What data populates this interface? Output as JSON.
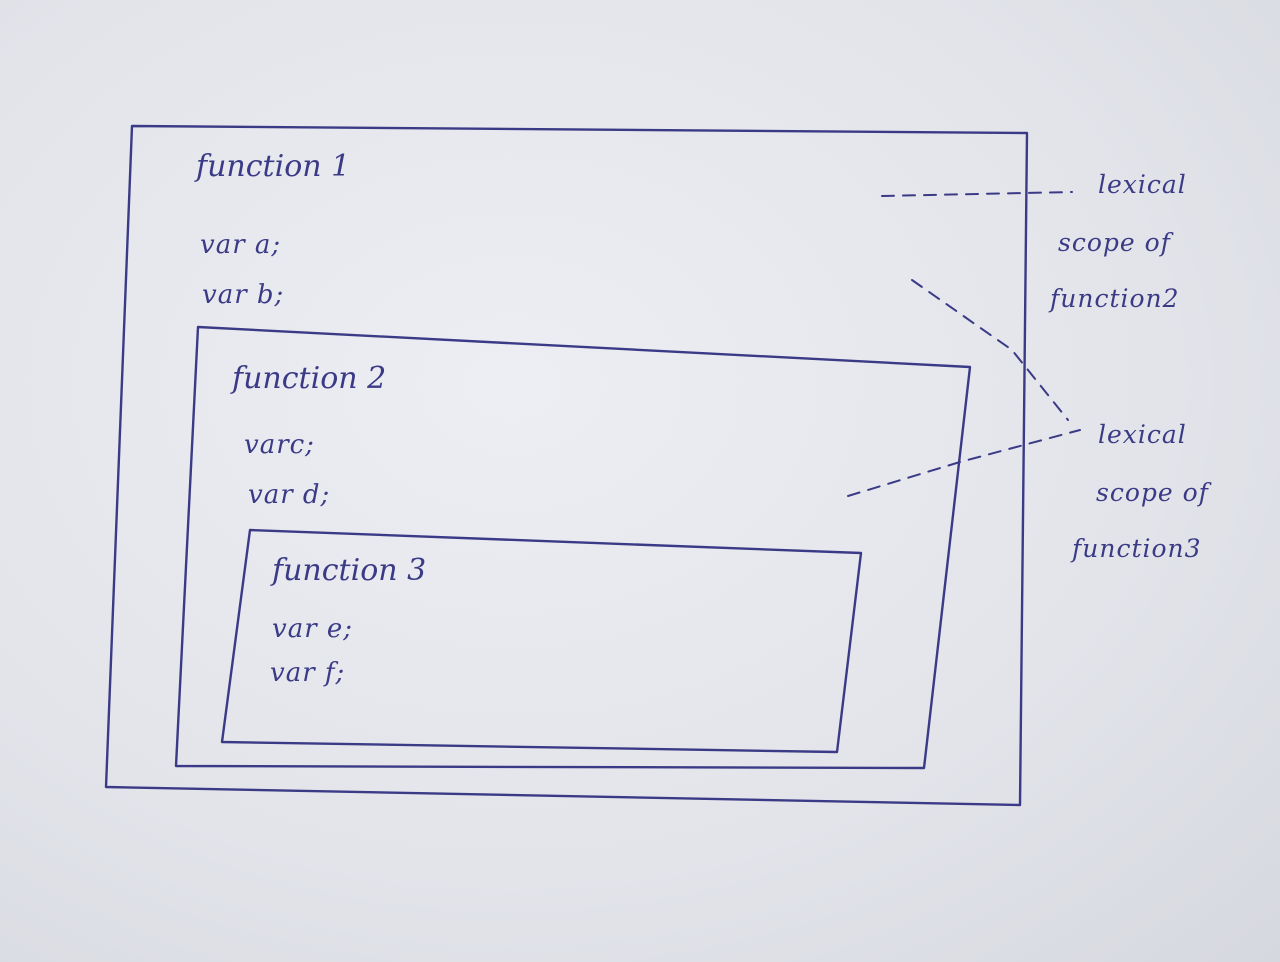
{
  "function1": {
    "title": "function 1",
    "vars": [
      "var a;",
      "var b;"
    ]
  },
  "function2": {
    "title": "function 2",
    "vars": [
      "varc;",
      "var d;"
    ]
  },
  "function3": {
    "title": "function 3",
    "vars": [
      "var e;",
      "var f;"
    ]
  },
  "annotations": {
    "scope_function2": [
      "lexical",
      "scope of",
      "function2"
    ],
    "scope_function3": [
      "lexical",
      "scope of",
      "function3"
    ]
  },
  "colors": {
    "ink": "#3b3a86",
    "paper": "#e4e6ec"
  }
}
